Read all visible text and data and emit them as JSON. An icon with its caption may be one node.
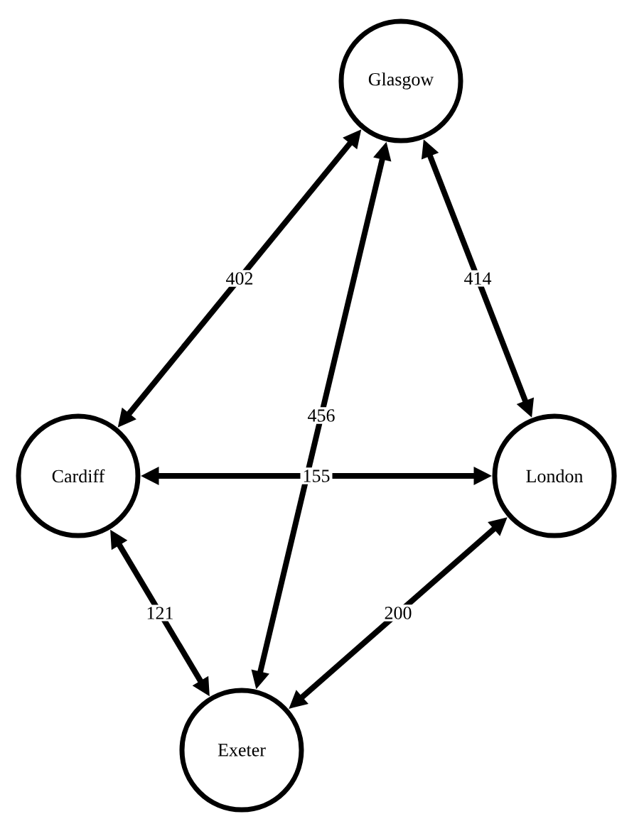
{
  "diagram": {
    "nodes": [
      {
        "text": [
          "Glasgow"
        ]
      },
      {
        "text": [
          "Cardiff"
        ]
      },
      {
        "text": [
          "London"
        ]
      },
      {
        "text": [
          "Exeter"
        ]
      }
    ],
    "edges": [
      {
        "from": 0,
        "to": 1,
        "arrow": "both",
        "label": "402"
      },
      {
        "from": 0,
        "to": 2,
        "arrow": "both",
        "label": "414"
      },
      {
        "from": 0,
        "to": 3,
        "arrow": "both",
        "label": "456"
      },
      {
        "from": 1,
        "to": 2,
        "arrow": "both",
        "label": "155"
      },
      {
        "from": 1,
        "to": 3,
        "arrow": "both",
        "label": "121"
      },
      {
        "from": 2,
        "to": 3,
        "arrow": "both",
        "label": "200"
      }
    ]
  }
}
